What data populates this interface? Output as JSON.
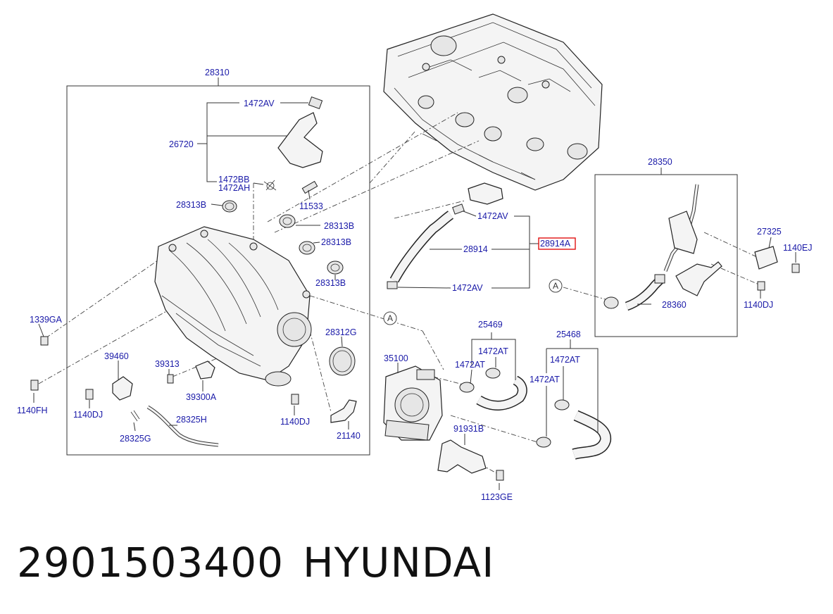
{
  "labels": {
    "l28310": "28310",
    "l1472AV_top": "1472AV",
    "l26720": "26720",
    "l1472BB": "1472BB",
    "l1472AH": "1472AH",
    "l11533": "11533",
    "l28313B_a": "28313B",
    "l28313B_b": "28313B",
    "l28313B_c": "28313B",
    "l28313B_d": "28313B",
    "l1339GA": "1339GA",
    "l28312G": "28312G",
    "l39460": "39460",
    "l39313": "39313",
    "l39300A": "39300A",
    "l1140FH": "1140FH",
    "l1140DJ_a": "1140DJ",
    "l1140DJ_b": "1140DJ",
    "l28325H": "28325H",
    "l28325G": "28325G",
    "l21140": "21140",
    "l1472AV_mid": "1472AV",
    "l28914": "28914",
    "l28914A": "28914A",
    "l1472AV_low": "1472AV",
    "l35100": "35100",
    "l25469": "25469",
    "l1472AT_a": "1472AT",
    "l1472AT_b": "1472AT",
    "l25468": "25468",
    "l1472AT_c": "1472AT",
    "l1472AT_d": "1472AT",
    "l91931B": "91931B",
    "l1123GE": "1123GE",
    "l28350": "28350",
    "l27325": "27325",
    "l1140EJ": "1140EJ",
    "l28360": "28360",
    "l1140DJ_c": "1140DJ",
    "callout_A_1": "A",
    "callout_A_2": "A"
  },
  "footer": {
    "part_number": "2901503400",
    "brand": "HYUNDAI"
  },
  "highlight_color": "#e01010"
}
